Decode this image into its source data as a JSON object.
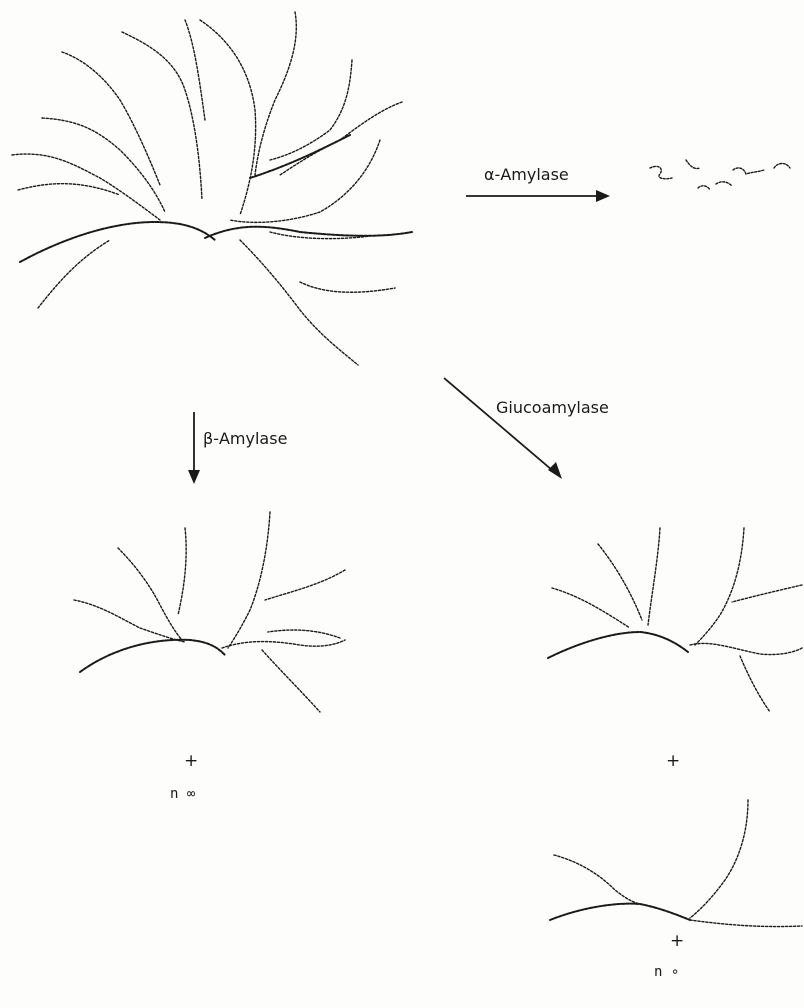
{
  "labels": {
    "alpha_amylase": "α-Amylase",
    "beta_amylase": "β-Amylase",
    "glucoamylase": "Giucoamylase"
  },
  "products": {
    "beta_plus": "+",
    "beta_small": "n  ∞",
    "gluco_plus_1": "+",
    "gluco_plus_2": "+",
    "gluco_small": "n  ∘"
  },
  "colors": {
    "ink": "#1a1a1a",
    "paper": "#fdfdfb"
  }
}
